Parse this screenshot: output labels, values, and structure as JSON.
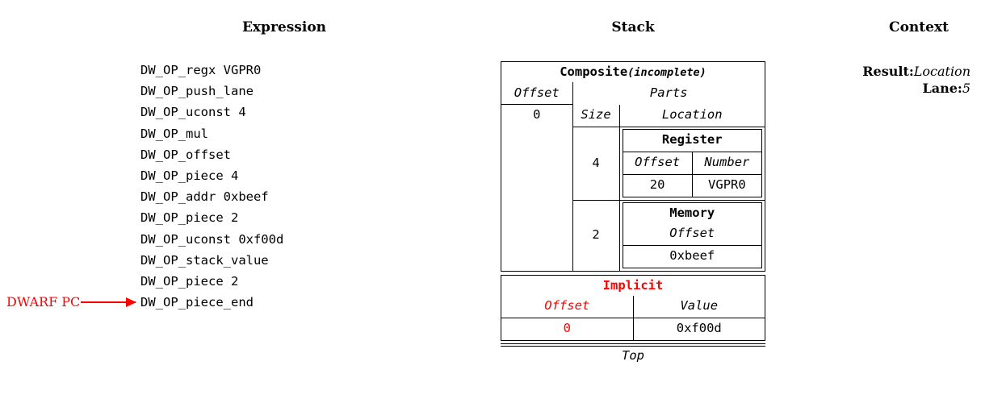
{
  "headings": {
    "expression": "Expression",
    "stack": "Stack",
    "context": "Context"
  },
  "expression": {
    "lines": [
      "DW_OP_regx VGPR0",
      "DW_OP_push_lane",
      "DW_OP_uconst 4",
      "DW_OP_mul",
      "DW_OP_offset",
      "DW_OP_piece 4",
      "DW_OP_addr 0xbeef",
      "DW_OP_piece 2",
      "DW_OP_uconst 0xf00d",
      "DW_OP_stack_value",
      "DW_OP_piece 2",
      "DW_OP_piece_end"
    ],
    "pc_marker": {
      "label": "DWARF PC",
      "points_at_line_index": 10,
      "color": "#ff0000"
    }
  },
  "stack": {
    "entries": [
      {
        "kind": "composite",
        "title": "Composite",
        "title_suffix": "(incomplete)",
        "offset_header": "Offset",
        "offset_value": "0",
        "parts_header": "Parts",
        "size_header": "Size",
        "location_header": "Location",
        "parts": [
          {
            "size": "4",
            "location": {
              "title": "Register",
              "headers": [
                "Offset",
                "Number"
              ],
              "values": [
                "20",
                "VGPR0"
              ]
            }
          },
          {
            "size": "2",
            "location": {
              "title": "Memory",
              "headers": [
                "Offset"
              ],
              "values": [
                "0xbeef"
              ]
            }
          }
        ]
      },
      {
        "kind": "implicit",
        "title": "Implicit",
        "headers": [
          "Offset",
          "Value"
        ],
        "values": [
          "0",
          "0xf00d"
        ],
        "highlight_color": "#ff0000"
      }
    ],
    "top_label": "Top"
  },
  "context": {
    "rows": [
      {
        "key": "Result:",
        "value": "Location"
      },
      {
        "key": "Lane:",
        "value": "5"
      }
    ]
  }
}
